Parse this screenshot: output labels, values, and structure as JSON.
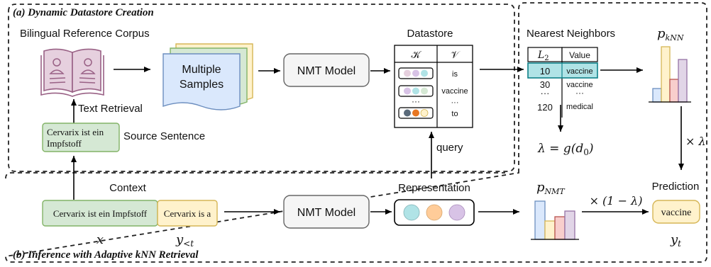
{
  "sections": {
    "top_title": "(a) Dynamic Datastore Creation",
    "bottom_title": "(b) Inference with Adaptive kNN Retrieval"
  },
  "corpus": {
    "label": "Bilingual Reference Corpus"
  },
  "samples": {
    "line1": "Multiple",
    "line2": "Samples"
  },
  "nmt_top": {
    "label": "NMT Model"
  },
  "nmt_bottom": {
    "label": "NMT Model"
  },
  "datastore": {
    "title": "Datastore",
    "col_k": "𝒦",
    "col_v": "𝒱",
    "values": [
      "is",
      "vaccine",
      "···",
      "to"
    ],
    "ellipsis": "···"
  },
  "text_retrieval": {
    "label": "Text Retrieval"
  },
  "source": {
    "line1": "Cervarix ist ein",
    "line2": "Impfstoff",
    "label": "Source Sentence"
  },
  "query": {
    "label": "query"
  },
  "neighbors": {
    "title": "Nearest Neighbors",
    "col_dist": "L",
    "col_dist_sub": "2",
    "col_value": "Value",
    "rows": [
      {
        "dist": "10",
        "value": "vaccine"
      },
      {
        "dist": "30",
        "value": "vaccine"
      },
      {
        "dist": "···",
        "value": "···"
      },
      {
        "dist": "120",
        "value": "medical"
      }
    ]
  },
  "lambda": {
    "lhs": "λ = g(d",
    "sub": "0",
    "rhs": ")"
  },
  "p_knn": {
    "main": "p",
    "sub": "kNN"
  },
  "p_nmt": {
    "main": "p",
    "sub": "NMT"
  },
  "mult_lambda": {
    "label": "× λ"
  },
  "mult_one_minus": {
    "label": "× (1 − λ)"
  },
  "prediction": {
    "title": "Prediction",
    "word": "vaccine",
    "y_main": "y",
    "y_sub": "t"
  },
  "context": {
    "title": "Context",
    "src": "Cervarix ist ein Impfstoff",
    "tgt": "Cervarix is a",
    "x": "x",
    "y_main": "y",
    "y_sub": "<t"
  },
  "representation": {
    "label": "Representation"
  },
  "colors": {
    "green_fill": "#d5e8d4",
    "green_stroke": "#82b366",
    "yellow_fill": "#fff2cc",
    "yellow_stroke": "#d6b656",
    "blue_fill": "#dae8fc",
    "blue_stroke": "#6c8ebf",
    "pink_fill": "#e6d0de",
    "pink_stroke": "#996185",
    "purple_fill": "#d8c3e6",
    "purple_stroke": "#9673a6",
    "teal_fill": "#b0e3e6",
    "teal_stroke": "#0e8088",
    "orange_fill": "#ffcc99",
    "orange_stroke": "#d79b00",
    "red_fill": "#f8cecc",
    "red_stroke": "#b85450",
    "gray_fill": "#f5f5f5",
    "gray_stroke": "#666666"
  }
}
